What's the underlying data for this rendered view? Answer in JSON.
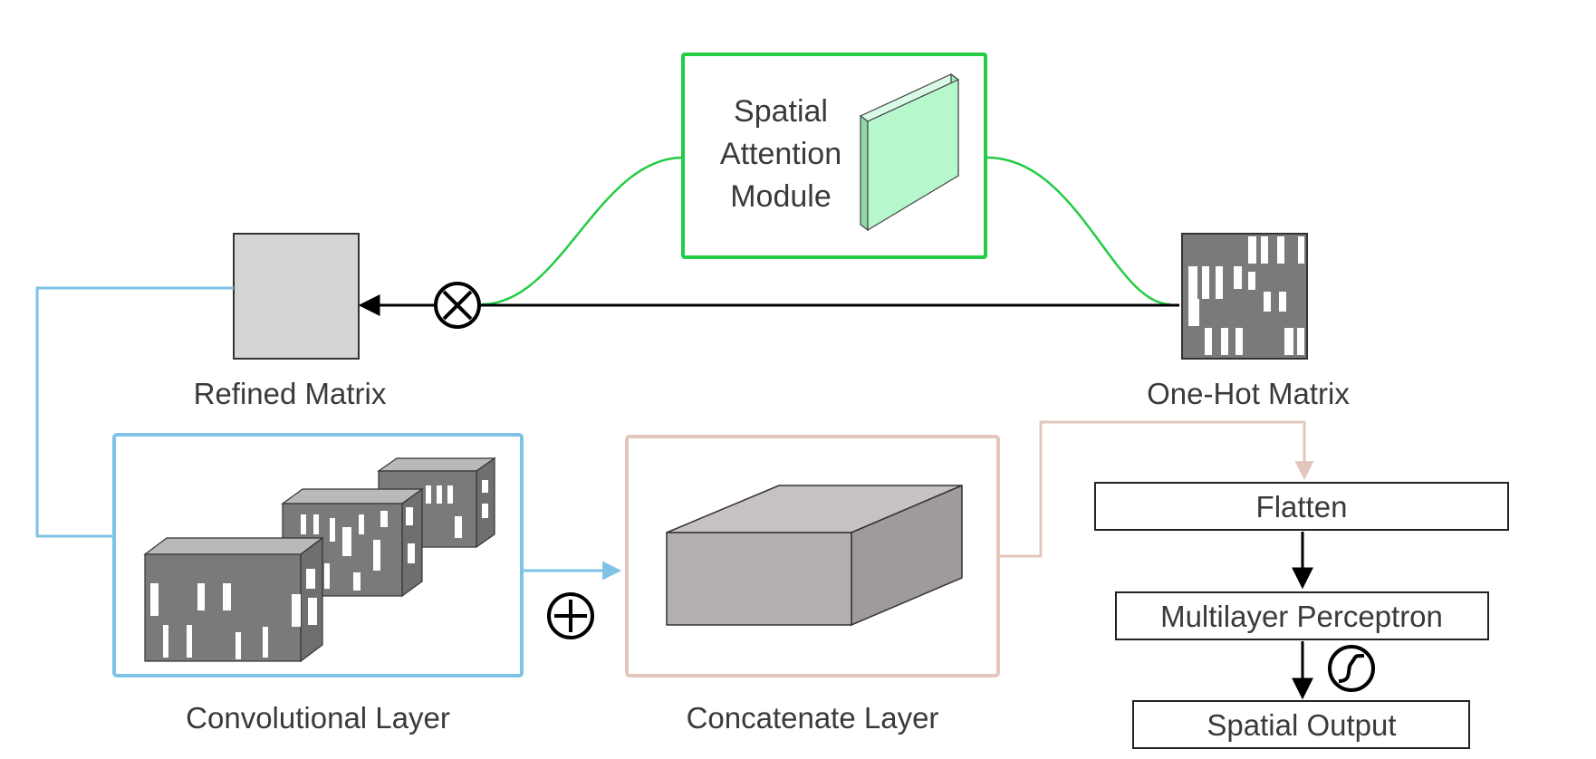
{
  "colors": {
    "attention_green": "#22cc44",
    "attention_panel_fill": "#b7f7cc",
    "conv_blue": "#7ec3e6",
    "concat_pink": "#e3c7bd",
    "refined_fill": "#d4d4d4",
    "onehot_fill": "#7a7a7a",
    "concat_block_fill": "#b4aeae",
    "arrow_black": "#000000"
  },
  "attention": {
    "label_line1": "Spatial",
    "label_line2": "Attention",
    "label_line3": "Module"
  },
  "refined_matrix": {
    "label": "Refined Matrix"
  },
  "onehot_matrix": {
    "label": "One-Hot Matrix"
  },
  "conv_layer": {
    "label": "Convolutional Layer"
  },
  "concat_layer": {
    "label": "Concatenate Layer"
  },
  "mlp_stack": {
    "flatten": "Flatten",
    "mlp": "Multilayer Perceptron",
    "output": "Spatial Output"
  },
  "icons": {
    "multiply": "circled-times-icon",
    "add": "circled-plus-icon",
    "sigmoid": "sigmoid-icon"
  }
}
